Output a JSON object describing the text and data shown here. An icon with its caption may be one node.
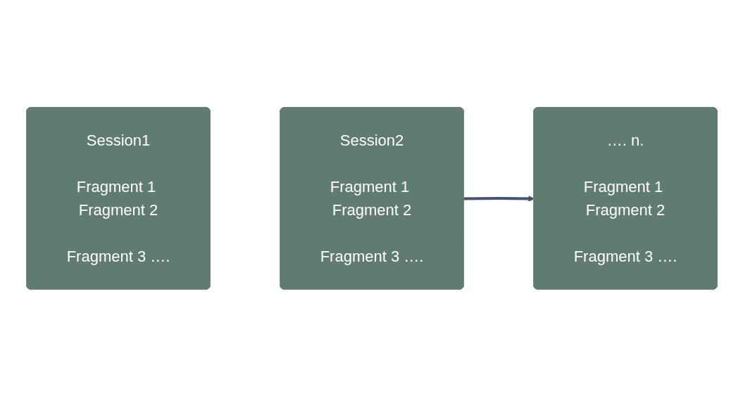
{
  "diagram": {
    "nodes": [
      {
        "text": [
          "Session1",
          "Fragment 1 Fragment 2",
          "Fragment 3 …."
        ]
      },
      {
        "text": [
          "Session2",
          "Fragment 1 Fragment 2",
          "Fragment 3 …."
        ]
      },
      {
        "text": [
          "…. n.",
          "Fragment 1 Fragment 2",
          "Fragment 3 …."
        ]
      }
    ],
    "edges": [
      {
        "from": 1,
        "to": 2,
        "arrow": "to"
      }
    ]
  }
}
